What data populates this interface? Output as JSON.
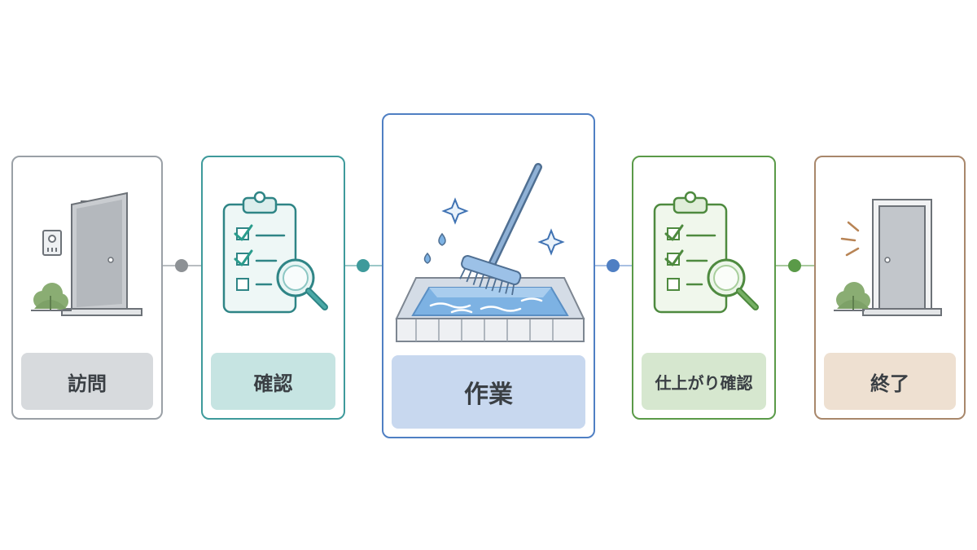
{
  "steps": [
    {
      "label": "訪問",
      "icon": "door-open-icon",
      "color": "#9aa0a6"
    },
    {
      "label": "確認",
      "icon": "clipboard-checklist-icon",
      "color": "#3e9a9b"
    },
    {
      "label": "作業",
      "icon": "mop-cleaning-pool-icon",
      "color": "#4f7fc3"
    },
    {
      "label": "仕上がり確認",
      "icon": "clipboard-checklist-icon",
      "color": "#5a9a48"
    },
    {
      "label": "終了",
      "icon": "door-closed-icon",
      "color": "#a8876b"
    }
  ],
  "connector_colors": [
    "#8d9195",
    "#3e9a9b",
    "#4f7fc3",
    "#5a9a48"
  ]
}
